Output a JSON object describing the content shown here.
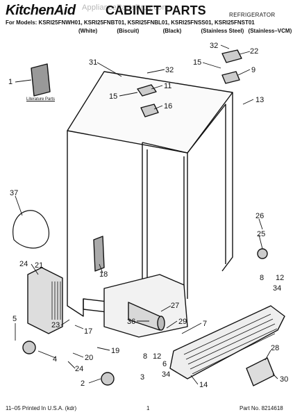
{
  "header": {
    "brand": "KitchenAid",
    "title": "CABINET PARTS",
    "subtitle": "REFRIGERATOR",
    "models_line": "For Models: KSRI25FNWH01, KSRI25FNBT01, KSRI25FNBL01, KSRI25FNSS01, KSRI25FNST01",
    "colors": [
      "(White)",
      "(Biscuit)",
      "(Black)",
      "(Stainless Steel)",
      "(Stainless–VCM)"
    ]
  },
  "watermark": "AppliancePartsPros.com",
  "literature_label": "Literature Parts",
  "callouts": [
    "1",
    "31",
    "32",
    "11",
    "15",
    "16",
    "22",
    "32",
    "15",
    "9",
    "13",
    "37",
    "26",
    "25",
    "24",
    "21",
    "18",
    "8",
    "12",
    "34",
    "27",
    "36",
    "29",
    "7",
    "5",
    "23",
    "17",
    "19",
    "20",
    "24",
    "4",
    "28",
    "8",
    "12",
    "6",
    "34",
    "3",
    "2",
    "30",
    "14"
  ],
  "footer": {
    "printed": "11–05 Printed In U.S.A. (kdr)",
    "page": "1",
    "part_no_label": "Part No. 8214618"
  }
}
